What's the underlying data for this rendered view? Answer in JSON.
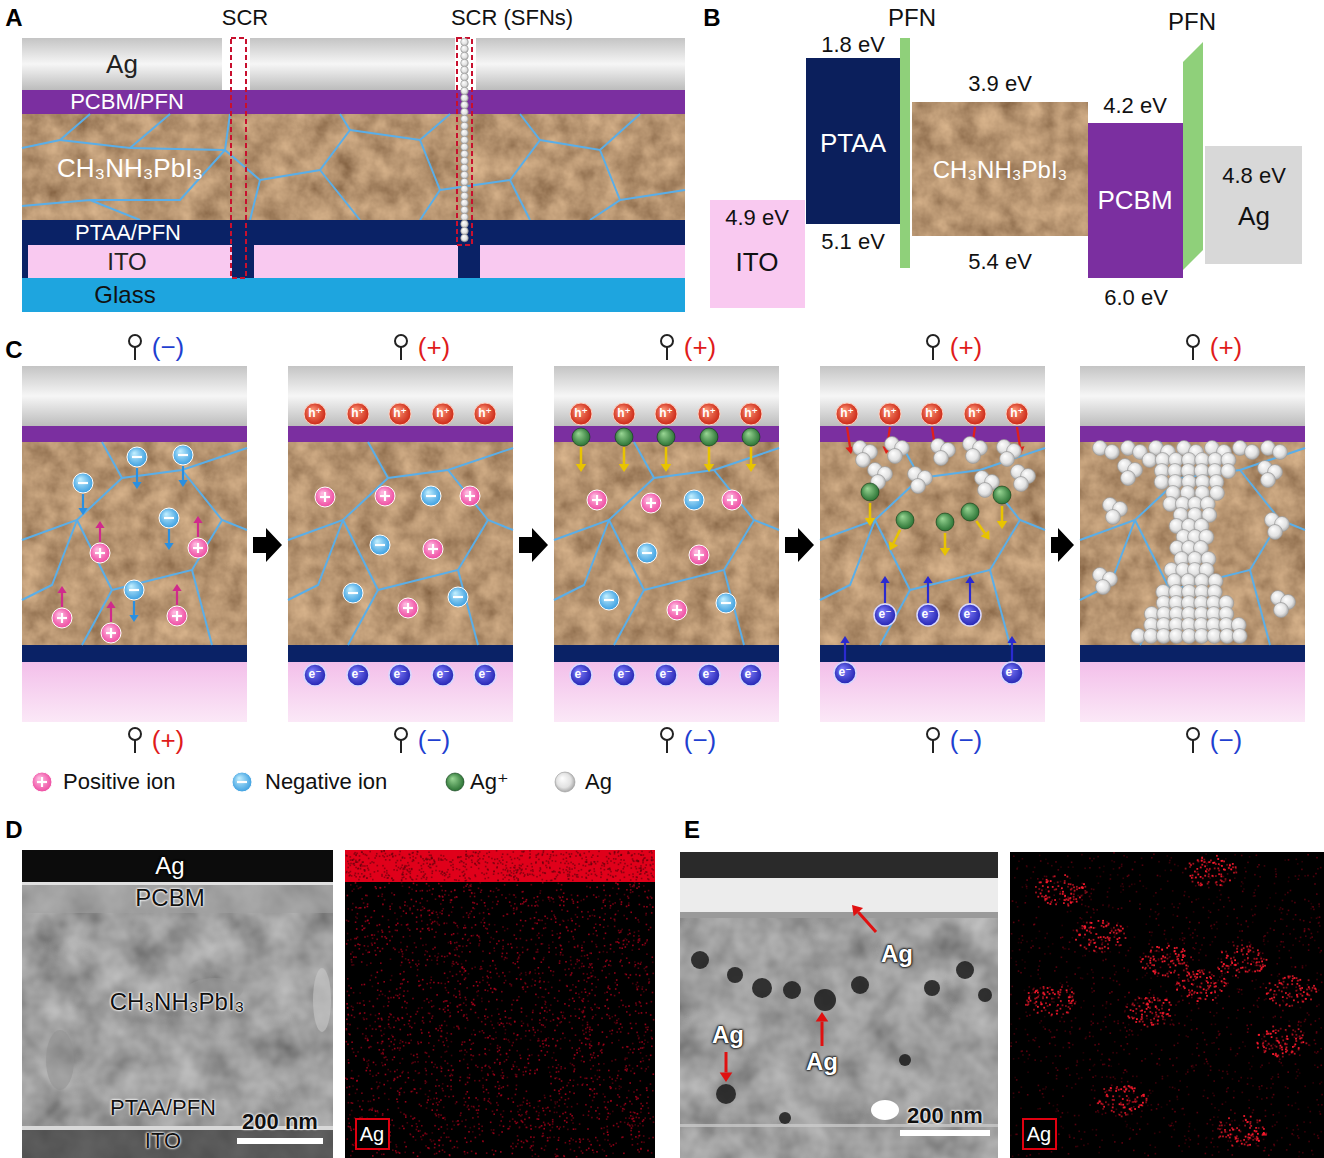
{
  "diagram": {
    "nodes": [
      {
        "text": [
          "Ag"
        ]
      },
      {
        "text": [
          "PCBM/PFN"
        ]
      },
      {
        "text": [
          "CH₃NH₃PbI₃"
        ]
      },
      {
        "text": [
          "PTAA/PFN"
        ]
      },
      {
        "text": [
          "ITO"
        ]
      },
      {
        "text": [
          "Glass"
        ]
      },
      {
        "text": [
          "4.9 eV",
          "ITO"
        ]
      },
      {
        "text": [
          "1.8 eV",
          "PTAA",
          "5.1 eV"
        ]
      },
      {
        "text": [
          "PFN"
        ]
      },
      {
        "text": [
          "3.9 eV",
          "CH₃NH₃PbI₃",
          "5.4 eV"
        ]
      },
      {
        "text": [
          "4.2 eV",
          "PCBM",
          "6.0 eV"
        ]
      },
      {
        "text": [
          "PFN"
        ]
      },
      {
        "text": [
          "4.8 eV",
          "Ag"
        ]
      },
      {
        "text": [
          "Ag"
        ]
      },
      {
        "text": [
          "Ag"
        ]
      }
    ],
    "labels": [
      "A",
      "SCR",
      "SCR (SFNs)",
      "B",
      "C",
      "(−)",
      "(+)",
      "(+)",
      "(+)",
      "(+)",
      "(+)",
      "(−)",
      "(−)",
      "(−)",
      "(−)",
      "h⁺",
      "h⁺",
      "h⁺",
      "h⁺",
      "h⁺",
      "h⁺",
      "h⁺",
      "h⁺",
      "h⁺",
      "h⁺",
      "h⁺",
      "h⁺",
      "h⁺",
      "h⁺",
      "h⁺",
      "e⁻",
      "e⁻",
      "e⁻",
      "e⁻",
      "e⁻",
      "e⁻",
      "e⁻",
      "e⁻",
      "e⁻",
      "e⁻",
      "e⁻",
      "e⁻",
      "e⁻",
      "e⁻",
      "e⁻",
      "D",
      "E",
      "Ag",
      "PCBM",
      "CH₃NH₃PbI₃",
      "PTAA/PFN",
      "ITO",
      "200 nm",
      "Ag",
      "Ag",
      "Ag",
      "200 nm"
    ],
    "legend": [
      {
        "text": "Positive ion"
      },
      {
        "text": "Negative ion"
      },
      {
        "text": "Ag⁺"
      },
      {
        "text": "Ag"
      }
    ]
  }
}
